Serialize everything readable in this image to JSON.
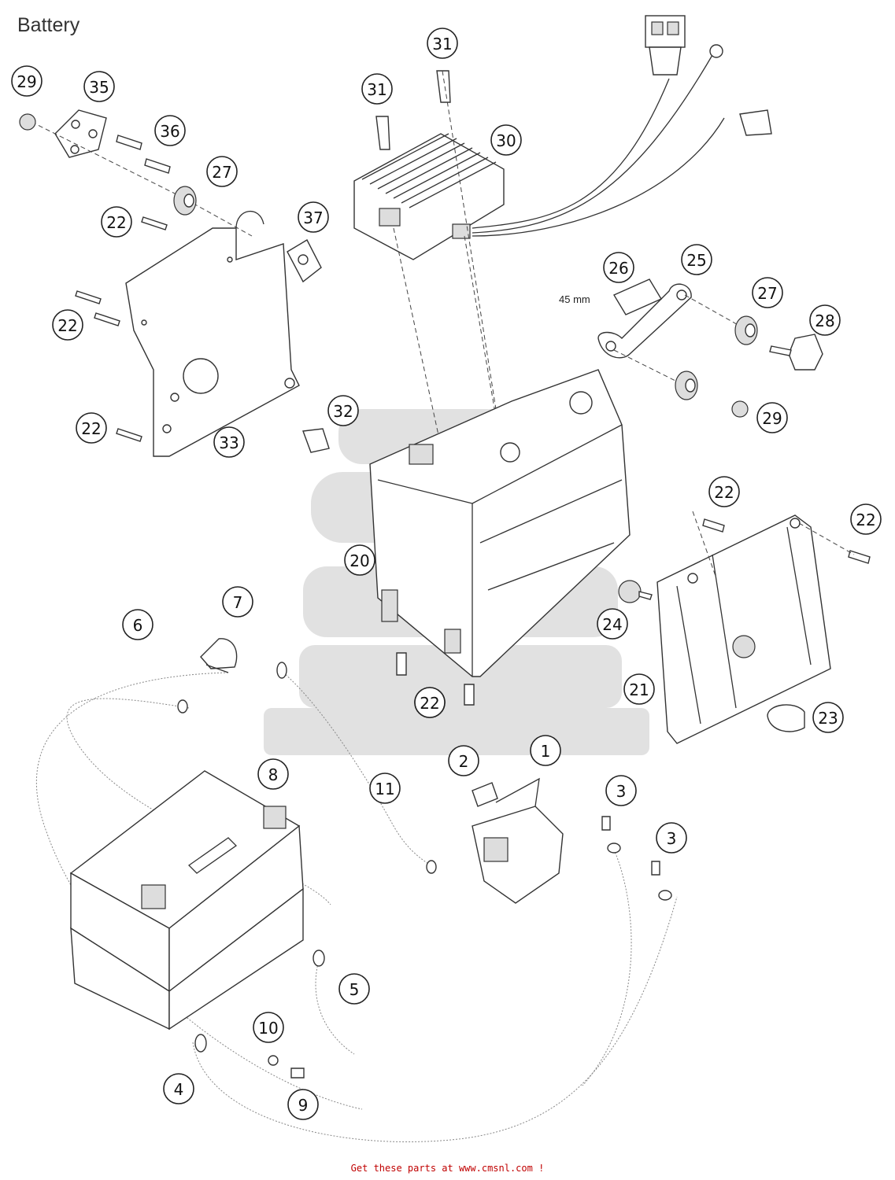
{
  "title": "Battery",
  "footer": "Get these parts at www.cmsnl.com !",
  "dimension_note": "45 mm",
  "callouts": [
    "29",
    "35",
    "36",
    "27",
    "22",
    "37",
    "22",
    "22",
    "22",
    "33",
    "31",
    "31",
    "30",
    "26",
    "25",
    "27",
    "28",
    "29",
    "32",
    "20",
    "22",
    "22",
    "7",
    "6",
    "24",
    "21",
    "23",
    "22",
    "8",
    "2",
    "1",
    "11",
    "3",
    "3",
    "5",
    "10",
    "4",
    "9"
  ],
  "colors": {
    "line": "#333333",
    "footer": "#c00000",
    "watermark": "#c8c8c8"
  }
}
